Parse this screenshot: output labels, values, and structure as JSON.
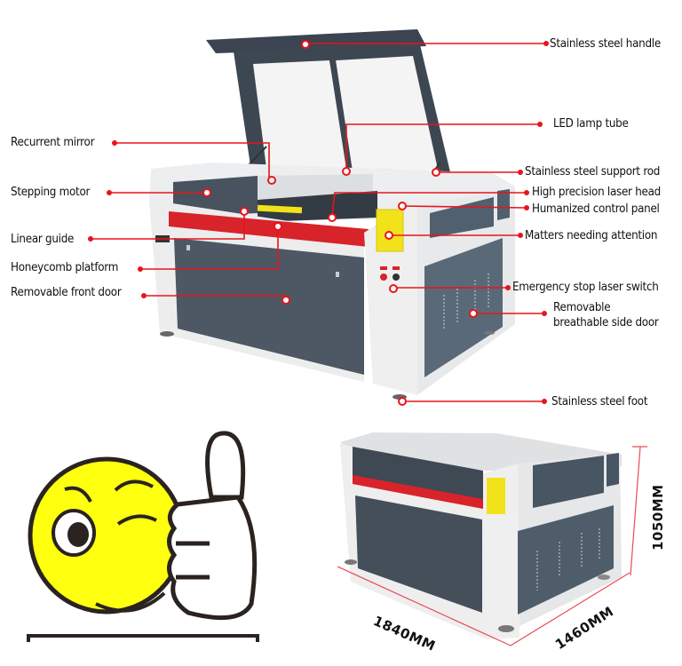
{
  "title": "CO2 laser engraving machine parts diagram",
  "colors": {
    "callout_line": "#e8141c",
    "machine_panel": "#4e5a66",
    "machine_body": "#eeeeee",
    "red_strip": "#d8232a",
    "warning_label": "#f2e21a",
    "emoji_face": "#ffff10"
  },
  "callouts_left": [
    {
      "id": "recurrent-mirror",
      "label": "Recurrent mirror"
    },
    {
      "id": "stepping-motor",
      "label": "Stepping motor"
    },
    {
      "id": "linear-guide",
      "label": "Linear guide"
    },
    {
      "id": "honeycomb-platform",
      "label": "Honeycomb platform"
    },
    {
      "id": "removable-front-door",
      "label": "Removable front door"
    }
  ],
  "callouts_right": [
    {
      "id": "stainless-steel-handle",
      "label": "Stainless steel handle"
    },
    {
      "id": "led-lamp-tube",
      "label": "LED lamp tube"
    },
    {
      "id": "stainless-steel-support-rod",
      "label": "Stainless steel support rod"
    },
    {
      "id": "high-precision-laser-head",
      "label": "High precision laser head"
    },
    {
      "id": "humanized-control-panel",
      "label": "Humanized control panel"
    },
    {
      "id": "matters-needing-attention",
      "label": "Matters needing attention"
    },
    {
      "id": "emergency-stop-laser-switch",
      "label": "Emergency stop laser switch"
    },
    {
      "id": "removable-breathable-side-door",
      "label_line1": "Removable",
      "label_line2": "breathable side door"
    },
    {
      "id": "stainless-steel-foot",
      "label": "Stainless steel foot"
    }
  ],
  "dimensions": {
    "length": "1840MM",
    "width": "1460MM",
    "height": "1050MM"
  },
  "decorations": {
    "emoji": "winking-thumbs-up-smiley"
  }
}
